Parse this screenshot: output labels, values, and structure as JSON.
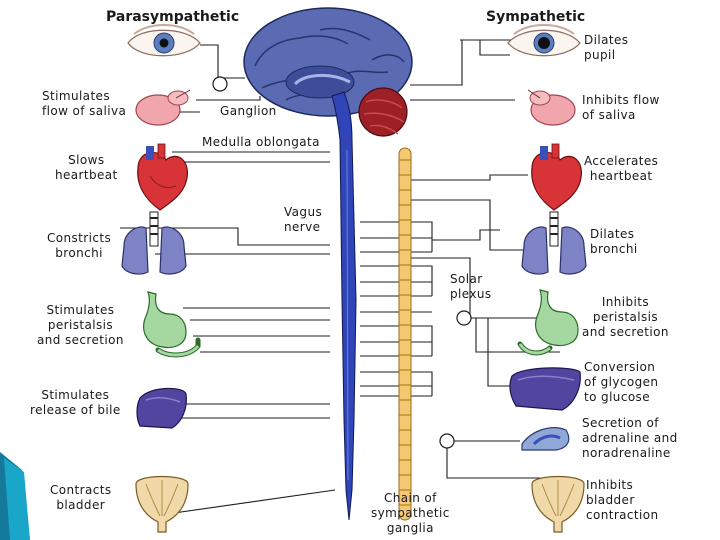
{
  "headers": {
    "left": "Parasympathetic",
    "right": "Sympathetic"
  },
  "parasympathetic_effects": [
    {
      "lines": [
        "Stimulates",
        "flow of saliva"
      ]
    },
    {
      "lines": [
        "Slows",
        "heartbeat"
      ]
    },
    {
      "lines": [
        "Constricts",
        "bronchi"
      ]
    },
    {
      "lines": [
        "Stimulates",
        "peristalsis",
        "and secretion"
      ]
    },
    {
      "lines": [
        "Stimulates",
        "release of bile"
      ]
    },
    {
      "lines": [
        "Contracts",
        "bladder"
      ]
    }
  ],
  "sympathetic_effects": [
    {
      "lines": [
        "Dilates",
        "pupil"
      ]
    },
    {
      "lines": [
        "Inhibits flow",
        "of saliva"
      ]
    },
    {
      "lines": [
        "Accelerates",
        "heartbeat"
      ]
    },
    {
      "lines": [
        "Dilates",
        "bronchi"
      ]
    },
    {
      "lines": [
        "Inhibits",
        "peristalsis",
        "and secretion"
      ]
    },
    {
      "lines": [
        "Conversion",
        "of glycogen",
        "to glucose"
      ]
    },
    {
      "lines": [
        "Secretion of",
        "adrenaline and",
        "noradrenaline"
      ]
    },
    {
      "lines": [
        "Inhibits",
        "bladder",
        "contraction"
      ]
    }
  ],
  "structures": {
    "ganglion": "Ganglion",
    "medulla": "Medulla oblongata",
    "vagus": [
      "Vagus",
      "nerve"
    ],
    "solar_plexus": [
      "Solar",
      "plexus"
    ],
    "chain": [
      "Chain of",
      "sympathetic",
      "ganglia"
    ]
  },
  "colors": {
    "brain": "#5868b0",
    "spinal_cord": "#2f45b8",
    "ganglia_chain": "#f3c873",
    "organ_red": "#d83438",
    "saliva_pink": "#f0a6ac",
    "lung": "#7d83c4",
    "stomach": "#a5d8a0",
    "liver": "#5046a0",
    "bladder": "#f0d9a8",
    "nerve_line": "#1c1c1c",
    "corner_accent": "#1aa6c8"
  }
}
